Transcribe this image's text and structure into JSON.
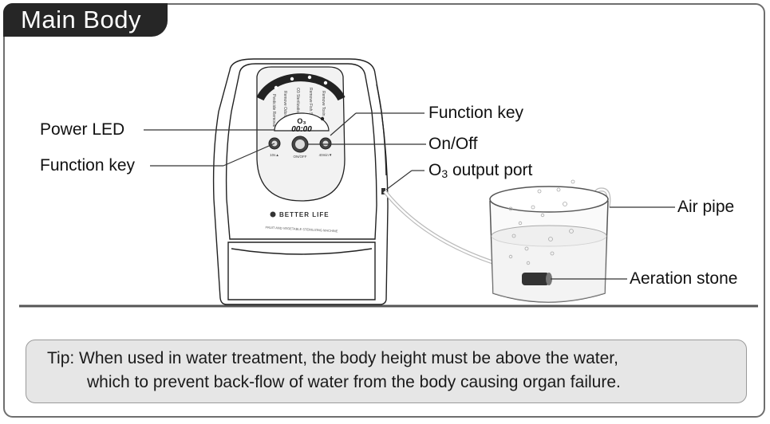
{
  "header": {
    "title": "Main Body"
  },
  "labels": {
    "power_led": "Power LED",
    "function_key_left": "Function key",
    "function_key_right": "Function key",
    "on_off": "On/Off",
    "o3_output_port_prefix": "O",
    "o3_output_port_sub": "3",
    "o3_output_port_suffix": " output port",
    "air_pipe": "Air pipe",
    "aeration_stone": "Aeration stone"
  },
  "device": {
    "brand": "BETTER LIFE",
    "tagline": "FRUIT AND VEGETABLE STERILIZING MACHINE",
    "display_o3": "O₃",
    "display_time": "00:00",
    "button_left": "10s▲",
    "button_center": "ON/OFF",
    "button_right": "40min▼",
    "modes": [
      "Pesticide Removal",
      "Remove Odors",
      "O3 Sterilization",
      "Remove Fish Smell",
      "Remove Toxin"
    ]
  },
  "tip": {
    "line1": "Tip: When used in water treatment, the body height must be above the water,",
    "line2": "which to prevent back-flow of water from the body causing organ failure."
  },
  "colors": {
    "frame": "#6e6e6e",
    "title_bg": "#262626",
    "tip_bg": "#e6e6e6",
    "line": "#333333"
  }
}
